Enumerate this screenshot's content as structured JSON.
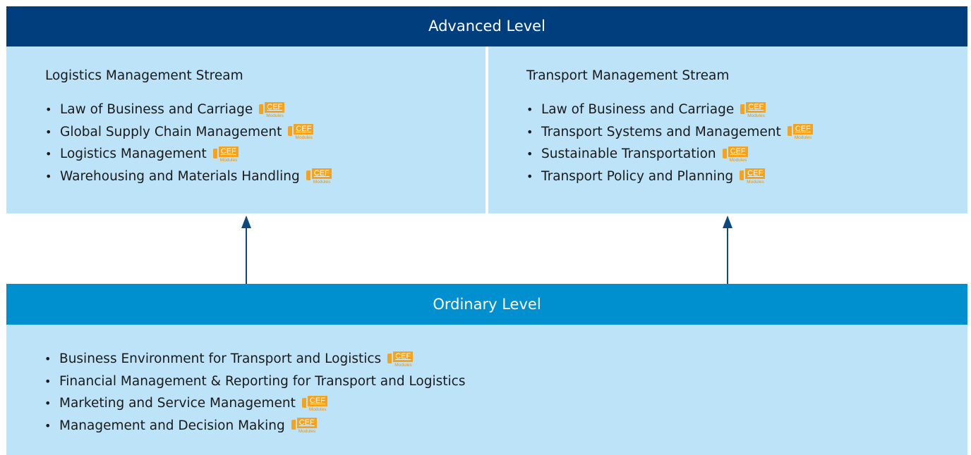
{
  "advanced": {
    "title": "Advanced Level",
    "streams": [
      {
        "title": "Logistics Management Stream",
        "items": [
          {
            "label": "Law of Business and Carriage",
            "cef": true
          },
          {
            "label": "Global Supply Chain Management",
            "cef": true
          },
          {
            "label": "Logistics Management",
            "cef": true
          },
          {
            "label": "Warehousing and Materials Handling",
            "cef": true
          }
        ]
      },
      {
        "title": "Transport Management Stream",
        "items": [
          {
            "label": "Law of Business and Carriage",
            "cef": true
          },
          {
            "label": "Transport Systems and Management",
            "cef": true
          },
          {
            "label": "Sustainable Transportation",
            "cef": true
          },
          {
            "label": "Transport Policy and Planning",
            "cef": true
          }
        ]
      }
    ]
  },
  "ordinary": {
    "title": "Ordinary Level",
    "items": [
      {
        "label": "Business Environment for Transport and Logistics",
        "cef": true
      },
      {
        "label": "Financial Management & Reporting for Transport and Logistics",
        "cef": false
      },
      {
        "label": "Marketing and Service Management",
        "cef": true
      },
      {
        "label": "Management and Decision Making",
        "cef": true
      }
    ]
  },
  "cef_badge": {
    "label": "CEF",
    "sublabel": "Modules",
    "icon": "cef-book-icon",
    "color": "#f7a21b"
  },
  "bullet": "•",
  "colors": {
    "advanced_banner": "#003e7e",
    "ordinary_banner": "#0090d0",
    "panel": "#bce3f7",
    "arrow": "#0c4a7e"
  }
}
